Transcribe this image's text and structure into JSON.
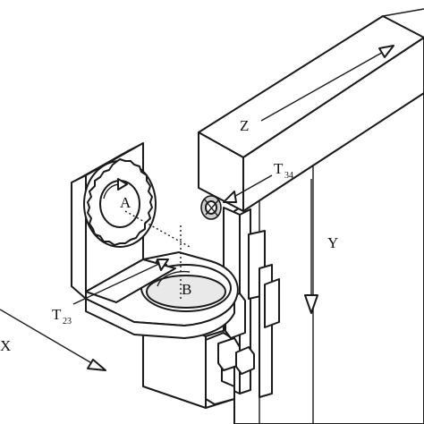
{
  "labels": {
    "z": "Z",
    "y": "Y",
    "x": "X",
    "a": "A",
    "b": "B",
    "t34_main": "T",
    "t34_sub": "34",
    "t23_main": "T",
    "t23_sub": "23"
  }
}
